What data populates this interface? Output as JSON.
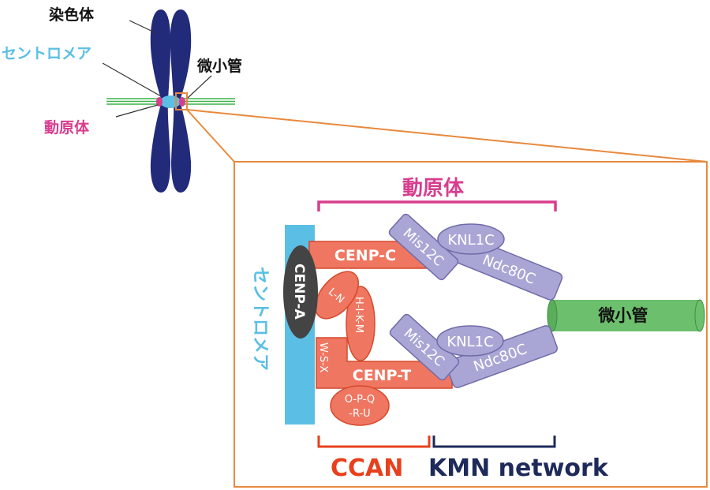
{
  "labels": {
    "chromosome": "染色体",
    "centromere": "セントロメア",
    "microtubule": "微小管",
    "kinetochore": "動原体"
  },
  "detail": {
    "kinetochore_title": "動原体",
    "centromere_vertical": "セントロメア",
    "cenp_a": "CENP-A",
    "cenp_c": "CENP-C",
    "cenp_t": "CENP-T",
    "l_n": "L-N",
    "h_i_k_m": "H-I-K-M",
    "w_s_x": "W-S-X",
    "o_p_q_r_u_1": "O-P-Q",
    "o_p_q_r_u_2": "-R-U",
    "mis12c_top": "Mis12C",
    "knl1c_top": "KNL1C",
    "ndc80c_top": "Ndc80C",
    "mis12c_bottom": "Mis12C",
    "knl1c_bottom": "KNL1C",
    "ndc80c_bottom": "Ndc80C",
    "microtubule": "微小管",
    "ccan": "CCAN",
    "kmn": "KMN network"
  },
  "colors": {
    "chromosome": "#222a7a",
    "centromere": "#5bbfe5",
    "kinetochore": "#d83d8e",
    "ccan": "#ef7660",
    "ccan_text": "#e8401c",
    "kmn": "#a9a6d6",
    "kmn_text": "#1d2a5a",
    "microtubule": "#6cbf6c",
    "zoom": "#e8893c",
    "cenp_a": "#444444"
  }
}
